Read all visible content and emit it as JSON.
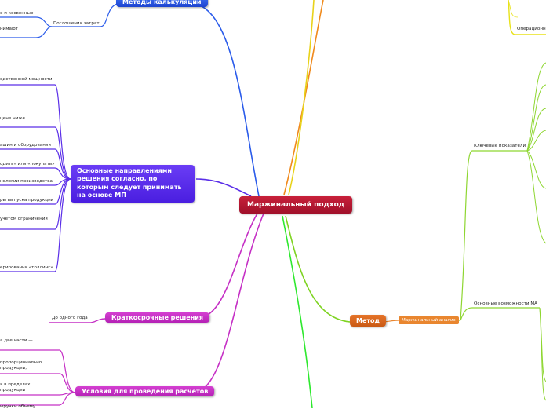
{
  "center": {
    "label": "Маржинальный подход"
  },
  "branches": {
    "methods": {
      "label": "Методы калькуляции"
    },
    "directions": {
      "label": "Основные  направлениями решения согласно, по которым следует принимать на основе МП"
    },
    "short_term": {
      "label": "Краткосрочные решения"
    },
    "conditions": {
      "label": "Условия для проведения расчетов"
    },
    "method": {
      "label": "Метод"
    }
  },
  "labels": {
    "absorption": "Поглощения затрат",
    "m1": "е и косвенные",
    "m2": "нимают",
    "d1": "одственной мощности",
    "d2": "цене ниже",
    "d3": "ашин и оборудования",
    "d4": "одить» или «покупать»",
    "d5": "нологии производства",
    "d6": "ры выпуска продукции",
    "d7": "учетом ограничения",
    "d8": "ерирования «толлинг»",
    "up_to_year": "До одного года",
    "c1a": "а две части —",
    "c2a": "пропорционально",
    "c2b": "продукции;",
    "c3a": "я в пределах",
    "c3b": "продукции",
    "c4a": "ыручки объему",
    "marginal_analysis": "Маржинальный анализ",
    "key_indicators": "Ключевые показатели",
    "ma_capabilities": "Основные возможности МА",
    "operational": "Операционн"
  }
}
